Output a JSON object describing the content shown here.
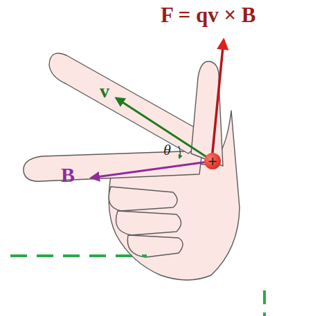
{
  "diagram": {
    "nodes": [
      {
        "text": [
          "+"
        ]
      }
    ],
    "labels": [
      "F = qv × B",
      "v",
      "B",
      "θ"
    ]
  }
}
